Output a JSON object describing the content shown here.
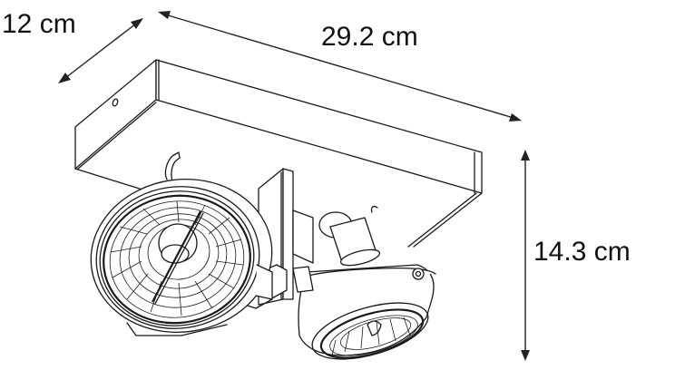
{
  "diagram": {
    "subject": "Twin-spot ceiling light (two tilting AR111 spots on rectangular base)",
    "dimensions": {
      "depth": {
        "label": "12 cm",
        "value": 12,
        "unit": "cm"
      },
      "width": {
        "label": "29.2 cm",
        "value": 29.2,
        "unit": "cm"
      },
      "height": {
        "label": "14.3 cm",
        "value": 14.3,
        "unit": "cm"
      }
    },
    "colors": {
      "line": "#1a1a1a",
      "background": "#ffffff",
      "text": "#111111"
    }
  }
}
